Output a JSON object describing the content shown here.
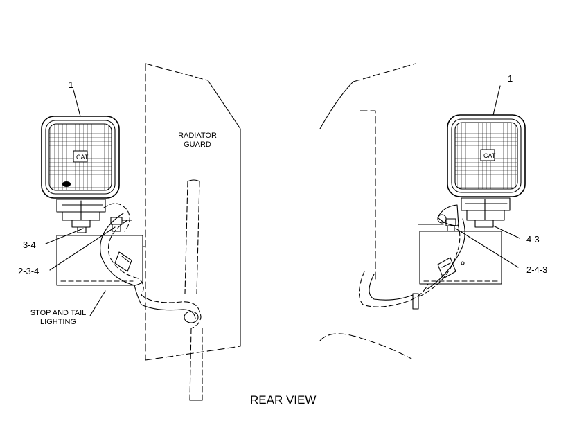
{
  "labels": {
    "callout_left_top": "1",
    "callout_right_top": "1",
    "left_3_4": "3-4",
    "left_2_3_4": "2-3-4",
    "right_4_3": "4-3",
    "right_2_4_3": "2-4-3",
    "stop_tail_line1": "STOP AND TAIL",
    "stop_tail_line2": "LIGHTING",
    "radiator_line1": "RADIATOR",
    "radiator_line2": "GUARD",
    "view_title": "REAR VIEW"
  },
  "colors": {
    "line": "#000000",
    "background": "#ffffff"
  }
}
